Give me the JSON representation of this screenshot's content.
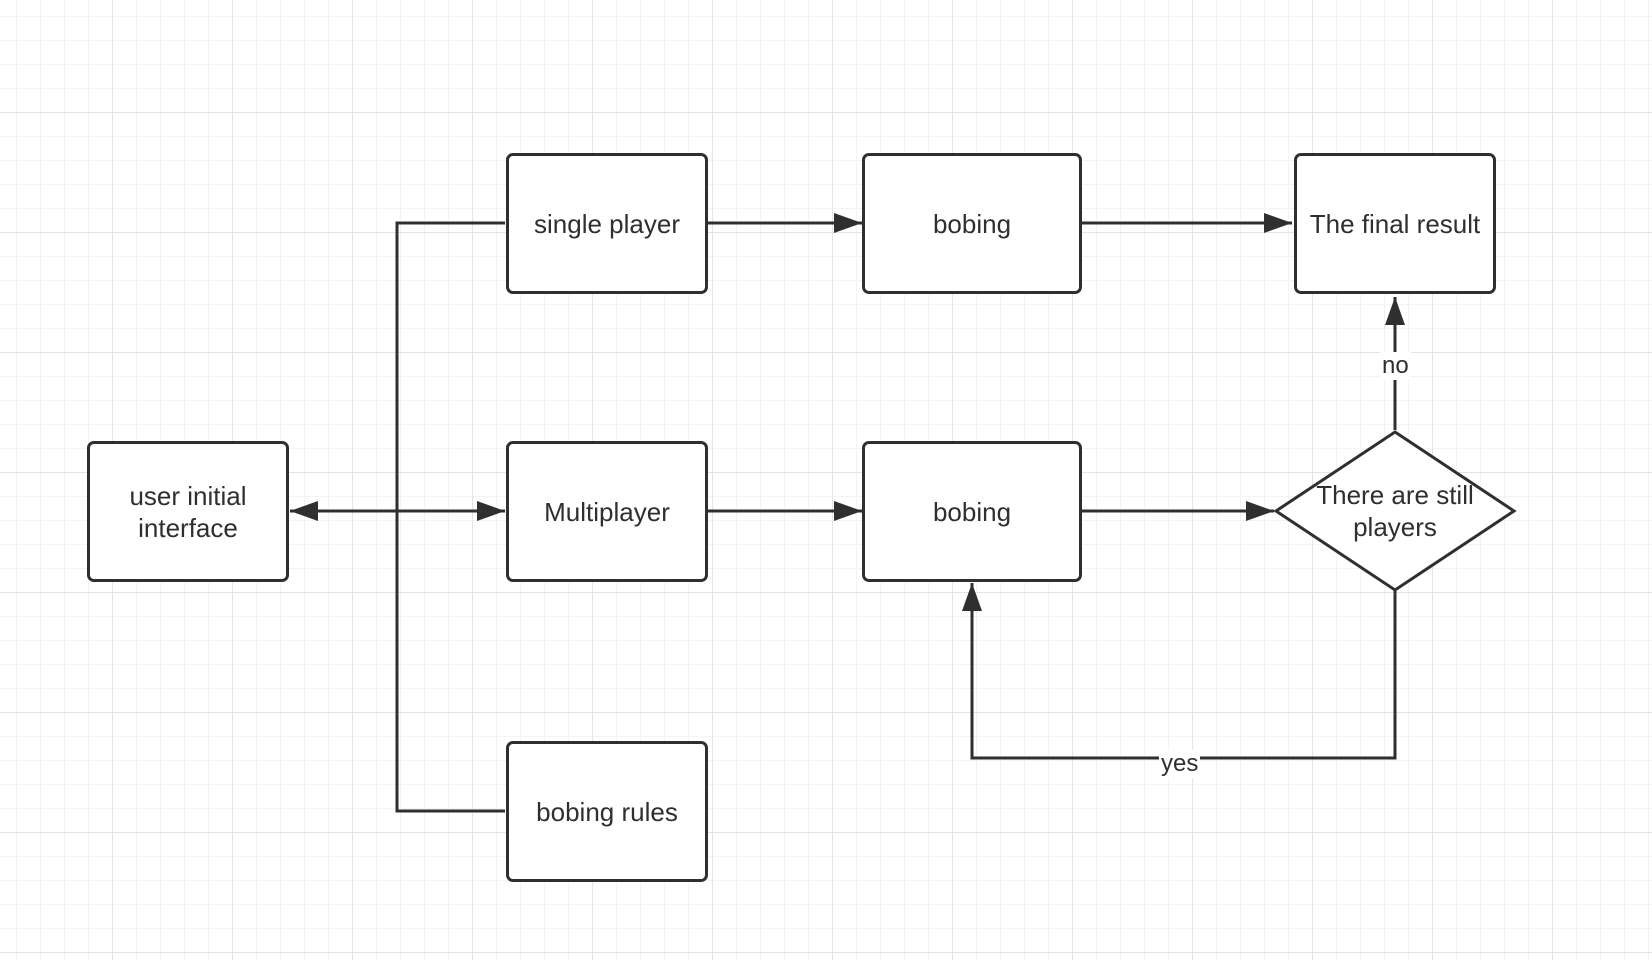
{
  "diagram": {
    "nodes": {
      "user_interface": "user initial interface",
      "single_player": "single player",
      "multiplayer": "Multiplayer",
      "bobing_rules": "bobing rules",
      "bobing_single": "bobing",
      "bobing_multi": "bobing",
      "final_result": "The final result",
      "decision": "There are still players"
    },
    "edge_labels": {
      "no": "no",
      "yes": "yes"
    }
  },
  "colors": {
    "stroke": "#2f2f2f",
    "grid_major": "#e4e4e4",
    "grid_minor": "#f3f3f3",
    "background": "#ffffff"
  }
}
